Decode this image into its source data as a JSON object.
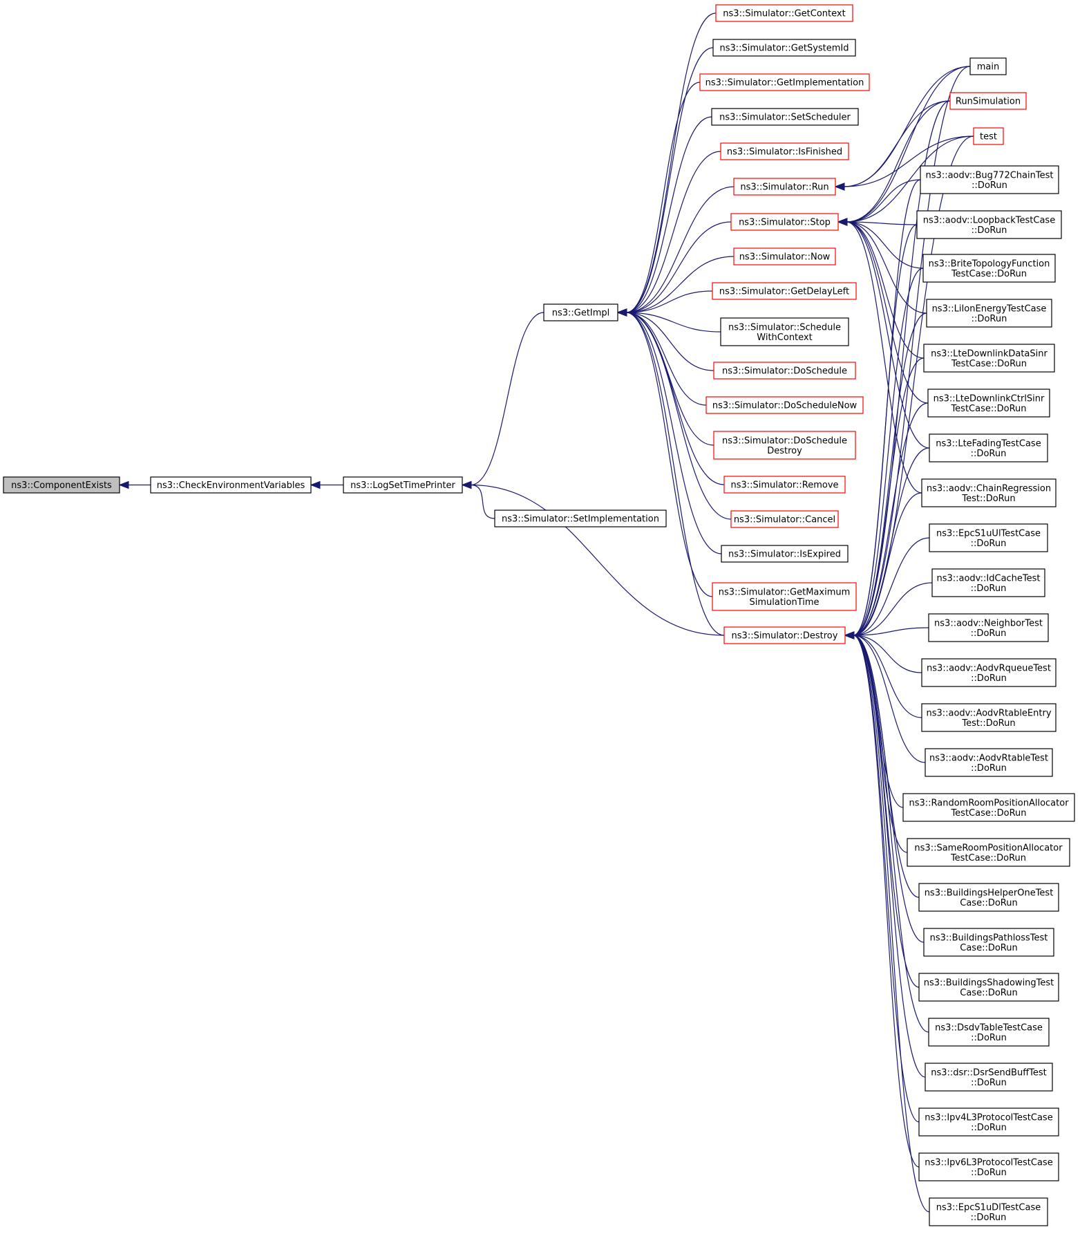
{
  "nodes": [
    {
      "id": "n0",
      "lines": [
        "ns3::ComponentExists"
      ],
      "style": "current"
    },
    {
      "id": "n1",
      "lines": [
        "ns3::CheckEnvironmentVariables"
      ],
      "style": "black"
    },
    {
      "id": "n2",
      "lines": [
        "ns3::LogSetTimePrinter"
      ],
      "style": "black"
    },
    {
      "id": "n3",
      "lines": [
        "ns3::GetImpl"
      ],
      "style": "black"
    },
    {
      "id": "n4",
      "lines": [
        "ns3::Simulator::SetImplementation"
      ],
      "style": "black"
    },
    {
      "id": "g1",
      "lines": [
        "ns3::Simulator::GetContext"
      ],
      "style": "red"
    },
    {
      "id": "g2",
      "lines": [
        "ns3::Simulator::GetSystemId"
      ],
      "style": "black"
    },
    {
      "id": "g3",
      "lines": [
        "ns3::Simulator::GetImplementation"
      ],
      "style": "red"
    },
    {
      "id": "g4",
      "lines": [
        "ns3::Simulator::SetScheduler"
      ],
      "style": "black"
    },
    {
      "id": "g5",
      "lines": [
        "ns3::Simulator::IsFinished"
      ],
      "style": "red"
    },
    {
      "id": "g6",
      "lines": [
        "ns3::Simulator::Run"
      ],
      "style": "red"
    },
    {
      "id": "g7",
      "lines": [
        "ns3::Simulator::Stop"
      ],
      "style": "red"
    },
    {
      "id": "g8",
      "lines": [
        "ns3::Simulator::Now"
      ],
      "style": "red"
    },
    {
      "id": "g9",
      "lines": [
        "ns3::Simulator::GetDelayLeft"
      ],
      "style": "red"
    },
    {
      "id": "g10",
      "lines": [
        "ns3::Simulator::Schedule",
        "WithContext"
      ],
      "style": "black"
    },
    {
      "id": "g11",
      "lines": [
        "ns3::Simulator::DoSchedule"
      ],
      "style": "red"
    },
    {
      "id": "g12",
      "lines": [
        "ns3::Simulator::DoScheduleNow"
      ],
      "style": "red"
    },
    {
      "id": "g13",
      "lines": [
        "ns3::Simulator::DoSchedule",
        "Destroy"
      ],
      "style": "red"
    },
    {
      "id": "g14",
      "lines": [
        "ns3::Simulator::Remove"
      ],
      "style": "red"
    },
    {
      "id": "g15",
      "lines": [
        "ns3::Simulator::Cancel"
      ],
      "style": "red"
    },
    {
      "id": "g16",
      "lines": [
        "ns3::Simulator::IsExpired"
      ],
      "style": "black"
    },
    {
      "id": "g17",
      "lines": [
        "ns3::Simulator::GetMaximum",
        "SimulationTime"
      ],
      "style": "red"
    },
    {
      "id": "g18",
      "lines": [
        "ns3::Simulator::Destroy"
      ],
      "style": "red"
    },
    {
      "id": "r0",
      "lines": [
        "main"
      ],
      "style": "black"
    },
    {
      "id": "r1",
      "lines": [
        "RunSimulation"
      ],
      "style": "red"
    },
    {
      "id": "r2",
      "lines": [
        "test"
      ],
      "style": "red"
    },
    {
      "id": "r3",
      "lines": [
        "ns3::aodv::Bug772ChainTest",
        "::DoRun"
      ],
      "style": "black"
    },
    {
      "id": "r4",
      "lines": [
        "ns3::aodv::LoopbackTestCase",
        "::DoRun"
      ],
      "style": "black"
    },
    {
      "id": "r5",
      "lines": [
        "ns3::BriteTopologyFunction",
        "TestCase::DoRun"
      ],
      "style": "black"
    },
    {
      "id": "r6",
      "lines": [
        "ns3::LiIonEnergyTestCase",
        "::DoRun"
      ],
      "style": "black"
    },
    {
      "id": "r7",
      "lines": [
        "ns3::LteDownlinkDataSinr",
        "TestCase::DoRun"
      ],
      "style": "black"
    },
    {
      "id": "r8",
      "lines": [
        "ns3::LteDownlinkCtrlSinr",
        "TestCase::DoRun"
      ],
      "style": "black"
    },
    {
      "id": "r9",
      "lines": [
        "ns3::LteFadingTestCase",
        "::DoRun"
      ],
      "style": "black"
    },
    {
      "id": "r10",
      "lines": [
        "ns3::aodv::ChainRegression",
        "Test::DoRun"
      ],
      "style": "black"
    },
    {
      "id": "r11",
      "lines": [
        "ns3::EpcS1uUlTestCase",
        "::DoRun"
      ],
      "style": "black"
    },
    {
      "id": "r12",
      "lines": [
        "ns3::aodv::IdCacheTest",
        "::DoRun"
      ],
      "style": "black"
    },
    {
      "id": "r13",
      "lines": [
        "ns3::aodv::NeighborTest",
        "::DoRun"
      ],
      "style": "black"
    },
    {
      "id": "r14",
      "lines": [
        "ns3::aodv::AodvRqueueTest",
        "::DoRun"
      ],
      "style": "black"
    },
    {
      "id": "r15",
      "lines": [
        "ns3::aodv::AodvRtableEntry",
        "Test::DoRun"
      ],
      "style": "black"
    },
    {
      "id": "r16",
      "lines": [
        "ns3::aodv::AodvRtableTest",
        "::DoRun"
      ],
      "style": "black"
    },
    {
      "id": "r17",
      "lines": [
        "ns3::RandomRoomPositionAllocator",
        "TestCase::DoRun"
      ],
      "style": "black"
    },
    {
      "id": "r18",
      "lines": [
        "ns3::SameRoomPositionAllocator",
        "TestCase::DoRun"
      ],
      "style": "black"
    },
    {
      "id": "r19",
      "lines": [
        "ns3::BuildingsHelperOneTest",
        "Case::DoRun"
      ],
      "style": "black"
    },
    {
      "id": "r20",
      "lines": [
        "ns3::BuildingsPathlossTest",
        "Case::DoRun"
      ],
      "style": "black"
    },
    {
      "id": "r21",
      "lines": [
        "ns3::BuildingsShadowingTest",
        "Case::DoRun"
      ],
      "style": "black"
    },
    {
      "id": "r22",
      "lines": [
        "ns3::DsdvTableTestCase",
        "::DoRun"
      ],
      "style": "black"
    },
    {
      "id": "r23",
      "lines": [
        "ns3::dsr::DsrSendBuffTest",
        "::DoRun"
      ],
      "style": "black"
    },
    {
      "id": "r24",
      "lines": [
        "ns3::Ipv4L3ProtocolTestCase",
        "::DoRun"
      ],
      "style": "black"
    },
    {
      "id": "r25",
      "lines": [
        "ns3::Ipv6L3ProtocolTestCase",
        "::DoRun"
      ],
      "style": "black"
    },
    {
      "id": "r26",
      "lines": [
        "ns3::EpcS1uDlTestCase",
        "::DoRun"
      ],
      "style": "black"
    }
  ],
  "edges": [
    [
      "n1",
      "n0"
    ],
    [
      "n2",
      "n1"
    ],
    [
      "n3",
      "n2"
    ],
    [
      "n4",
      "n2"
    ],
    [
      "g18",
      "n2"
    ],
    [
      "g1",
      "n3"
    ],
    [
      "g2",
      "n3"
    ],
    [
      "g3",
      "n3"
    ],
    [
      "g4",
      "n3"
    ],
    [
      "g5",
      "n3"
    ],
    [
      "g6",
      "n3"
    ],
    [
      "g7",
      "n3"
    ],
    [
      "g8",
      "n3"
    ],
    [
      "g9",
      "n3"
    ],
    [
      "g10",
      "n3"
    ],
    [
      "g11",
      "n3"
    ],
    [
      "g12",
      "n3"
    ],
    [
      "g13",
      "n3"
    ],
    [
      "g14",
      "n3"
    ],
    [
      "g15",
      "n3"
    ],
    [
      "g16",
      "n3"
    ],
    [
      "g17",
      "n3"
    ],
    [
      "g18",
      "n3"
    ],
    [
      "r0",
      "g6"
    ],
    [
      "r1",
      "g6"
    ],
    [
      "r2",
      "g6"
    ],
    [
      "r0",
      "g7"
    ],
    [
      "r1",
      "g7"
    ],
    [
      "r2",
      "g7"
    ],
    [
      "r3",
      "g7"
    ],
    [
      "r4",
      "g7"
    ],
    [
      "r5",
      "g7"
    ],
    [
      "r6",
      "g7"
    ],
    [
      "r7",
      "g7"
    ],
    [
      "r8",
      "g7"
    ],
    [
      "r9",
      "g7"
    ],
    [
      "r10",
      "g7"
    ],
    [
      "r0",
      "g18"
    ],
    [
      "r1",
      "g18"
    ],
    [
      "r2",
      "g18"
    ],
    [
      "r3",
      "g18"
    ],
    [
      "r4",
      "g18"
    ],
    [
      "r5",
      "g18"
    ],
    [
      "r6",
      "g18"
    ],
    [
      "r7",
      "g18"
    ],
    [
      "r8",
      "g18"
    ],
    [
      "r9",
      "g18"
    ],
    [
      "r10",
      "g18"
    ],
    [
      "r11",
      "g18"
    ],
    [
      "r12",
      "g18"
    ],
    [
      "r13",
      "g18"
    ],
    [
      "r14",
      "g18"
    ],
    [
      "r15",
      "g18"
    ],
    [
      "r16",
      "g18"
    ],
    [
      "r17",
      "g18"
    ],
    [
      "r18",
      "g18"
    ],
    [
      "r19",
      "g18"
    ],
    [
      "r20",
      "g18"
    ],
    [
      "r21",
      "g18"
    ],
    [
      "r22",
      "g18"
    ],
    [
      "r23",
      "g18"
    ],
    [
      "r24",
      "g18"
    ],
    [
      "r25",
      "g18"
    ],
    [
      "r26",
      "g18"
    ]
  ],
  "colors": {
    "edge": "#191970",
    "red_border": "#ff0000",
    "current_fill": "#bfbfbf"
  }
}
